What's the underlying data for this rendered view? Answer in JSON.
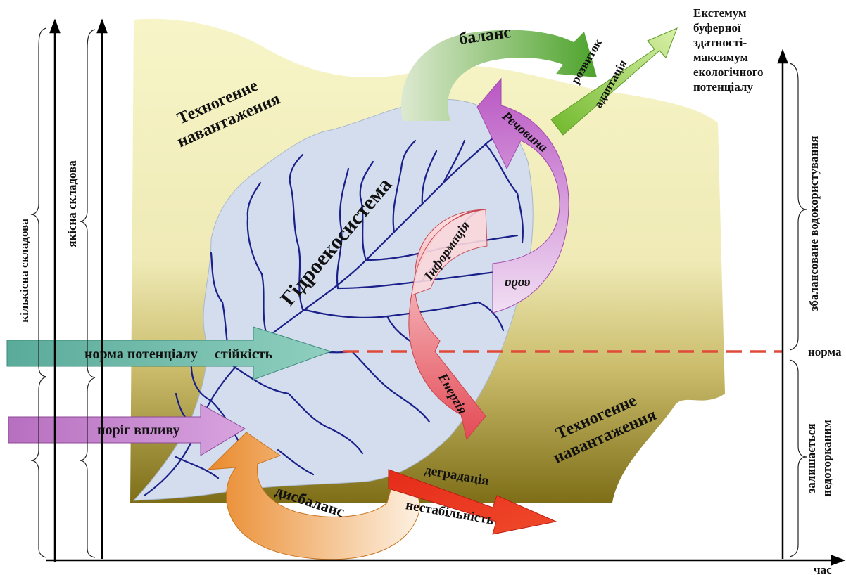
{
  "axes": {
    "left_outer": "кількісна складова",
    "left_inner": "якісна складова",
    "right_upper": "збалансоване водокористування",
    "right_lower_1": "залишається",
    "right_lower_2": "недоторканим",
    "norm": "норма",
    "time": "час"
  },
  "regions": {
    "load_top_1": "Техногенне",
    "load_top_2": "навантаження",
    "load_bottom_1": "Техногенне",
    "load_bottom_2": "навантаження",
    "hydro": "Гідроекосистема"
  },
  "arrows": {
    "balance": "баланс",
    "development": "розвиток",
    "adaptation": "адаптація",
    "extremum_1": "Екстемум",
    "extremum_2": "буферної",
    "extremum_3": "здатності-",
    "extremum_4": "максимум",
    "extremum_5": "екологічного",
    "extremum_6": "потенціалу",
    "substance": "Речовина",
    "information": "Інформація",
    "water": "вода",
    "energy": "Енергія",
    "norm_potential": "норма потенціалу",
    "stability": "стійкість",
    "threshold": "поріг впливу",
    "imbalance": "дисбаланс",
    "degradation": "деградація",
    "instability": "нестабільність"
  },
  "colors": {
    "load_top": "#f5f3c2",
    "load_bottom": "#8a7a20",
    "hydro_fill": "#d2dcea",
    "rivers": "#1a1f8a",
    "norm_arrow": "#5aab9a",
    "threshold_arrow": "#b76fc0",
    "balance_arrow": "#5cae3a",
    "dev_arrow": "#8ed03c",
    "substance_arrow": "#c067c8",
    "energy_arrow": "#e8505a",
    "imbalance_arrow": "#ea8a2c",
    "degradation_arrow": "#e52b1a",
    "norm_line": "#e04a3a"
  }
}
